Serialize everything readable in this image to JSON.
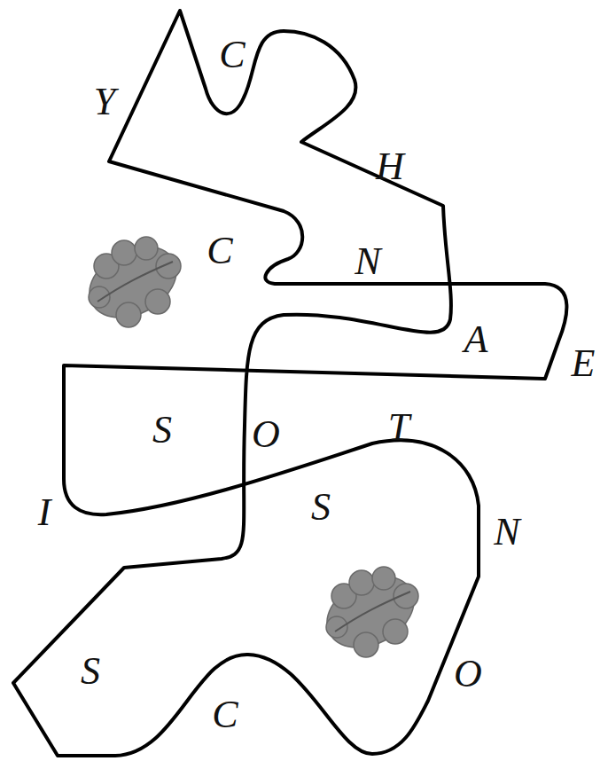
{
  "diagram": {
    "labels": [
      "Y",
      "C",
      "H",
      "C",
      "N",
      "A",
      "E",
      "S",
      "O",
      "T",
      "I",
      "S",
      "N",
      "S",
      "C",
      "O"
    ]
  }
}
